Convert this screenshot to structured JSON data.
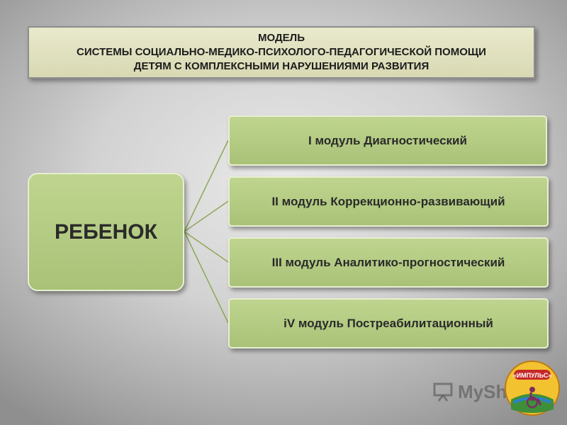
{
  "title": {
    "line1": "МОДЕЛЬ",
    "line2": "СИСТЕМЫ СОЦИАЛЬНО-МЕДИКО-ПСИХОЛОГО-ПЕДАГОГИЧЕСКОЙ ПОМОЩИ",
    "line3": "ДЕТЯМ С КОМПЛЕКСНЫМИ  НАРУШЕНИЯМИ РАЗВИТИЯ"
  },
  "root": {
    "label": "РЕБЕНОК"
  },
  "modules": [
    {
      "label": "I  модуль Диагностический"
    },
    {
      "label": "II модуль Коррекционно-развивающий"
    },
    {
      "label": "III модуль Аналитико-прогностический"
    },
    {
      "label": "iV модуль Постреабилитационный"
    }
  ],
  "colors": {
    "node_fill": "#b4cb82",
    "node_border": "#e7efd2",
    "title_fill": "#e0e1bf",
    "connector": "#8da85a"
  },
  "watermark": {
    "text": "MyShared",
    "icon": "presentation-screen-icon"
  },
  "logo": {
    "text": "«ИМПУЛЬС»",
    "icon": "wheelchair-icon"
  }
}
